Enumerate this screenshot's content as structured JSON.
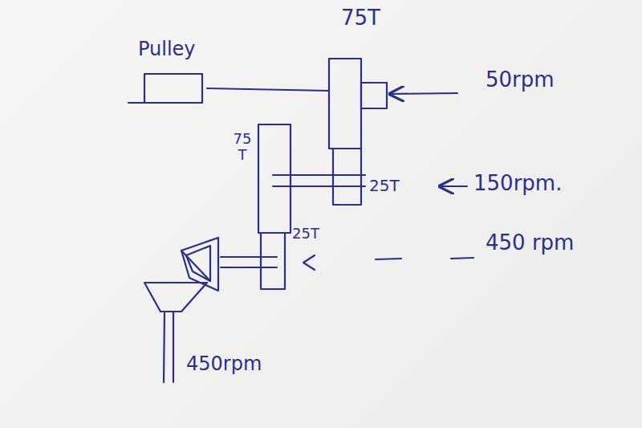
{
  "diagram": {
    "labels": [
      "Pulley",
      "75T",
      "50rpm",
      "75 T",
      "25T",
      "150rpm.",
      "25T",
      "450 rpm",
      "450rpm"
    ]
  }
}
